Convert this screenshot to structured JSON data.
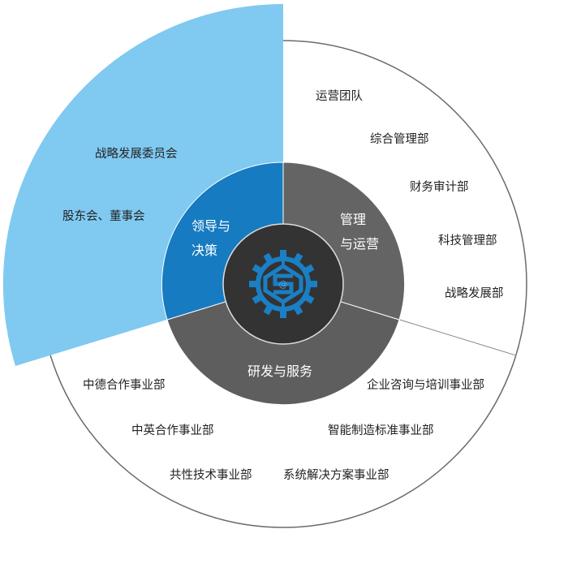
{
  "colors": {
    "blue_outer": "#80c9f1",
    "blue_inner": "#167bc0",
    "gray_right": "#646464",
    "gray_bottom": "#5e5e5e",
    "center": "#333333",
    "logo": "#1a7fc4"
  },
  "center_logo": {
    "icon": "gear-logo-icon"
  },
  "sectors": {
    "leadership": {
      "title_line1": "领导与",
      "title_line2": "决策",
      "items": [
        "战略发展委员会",
        "股东会、董事会"
      ]
    },
    "management": {
      "title_line1": "管理",
      "title_line2": "与运营",
      "items": [
        "运营团队",
        "综合管理部",
        "财务审计部",
        "科技管理部",
        "战略发展部"
      ]
    },
    "rnd": {
      "title": "研发与服务",
      "items": [
        "中德合作事业部",
        "中英合作事业部",
        "共性技术事业部",
        "企业咨询与培训事业部",
        "智能制造标准事业部",
        "系统解决方案事业部"
      ]
    }
  }
}
